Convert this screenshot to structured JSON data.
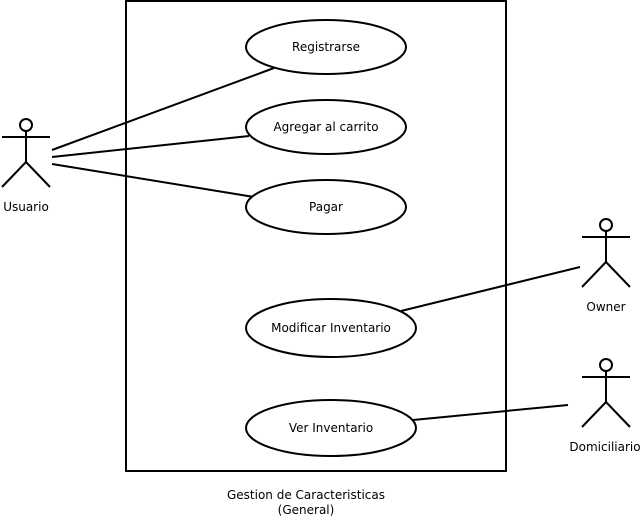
{
  "diagram": {
    "system_caption": {
      "line1": "Gestion de Caracteristicas",
      "line2": "(General)"
    },
    "use_cases": {
      "registrarse": "Registrarse",
      "agregar_carrito": "Agregar al carrito",
      "pagar": "Pagar",
      "modificar_inventario": "Modificar Inventario",
      "ver_inventario": "Ver Inventario"
    },
    "actors": {
      "usuario": "Usuario",
      "owner": "Owner",
      "domiciliario": "Domiciliario"
    },
    "colors": {
      "stroke": "#000000",
      "fill": "#ffffff"
    }
  }
}
